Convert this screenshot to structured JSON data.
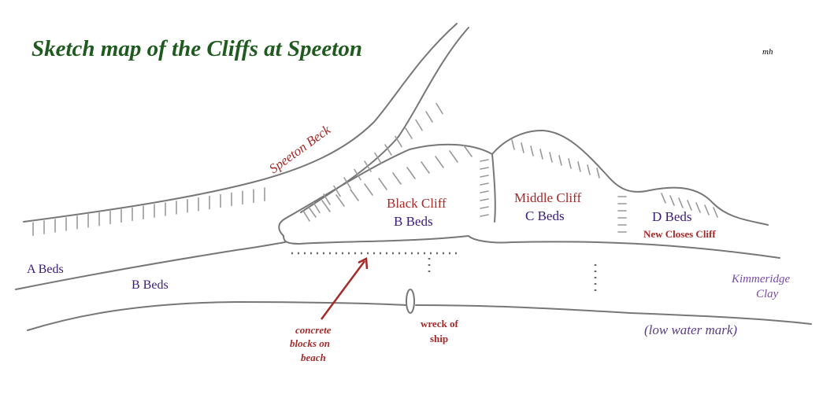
{
  "title": "Sketch map of the Cliffs at Speeton",
  "author_initials": "mh",
  "colors": {
    "title": "#1f5a1f",
    "feature_label": "#a52a2a",
    "beds_label": "#3a1a7a",
    "clay_label": "#7a4ab0",
    "sketch_line": "#777777"
  },
  "labels": {
    "speeton_beck": "Speeton Beck",
    "black_cliff": "Black Cliff",
    "black_cliff_beds": "B Beds",
    "middle_cliff": "Middle Cliff",
    "middle_cliff_beds": "C Beds",
    "d_beds": "D Beds",
    "new_closes_cliff": "New Closes Cliff",
    "a_beds": "A Beds",
    "beach_b_beds": "B Beds",
    "kimmeridge_1": "Kimmeridge",
    "kimmeridge_2": "Clay",
    "low_water": "(low water mark)",
    "concrete_1": "concrete",
    "concrete_2": "blocks on",
    "concrete_3": "beach",
    "wreck_1": "wreck of",
    "wreck_2": "ship"
  }
}
